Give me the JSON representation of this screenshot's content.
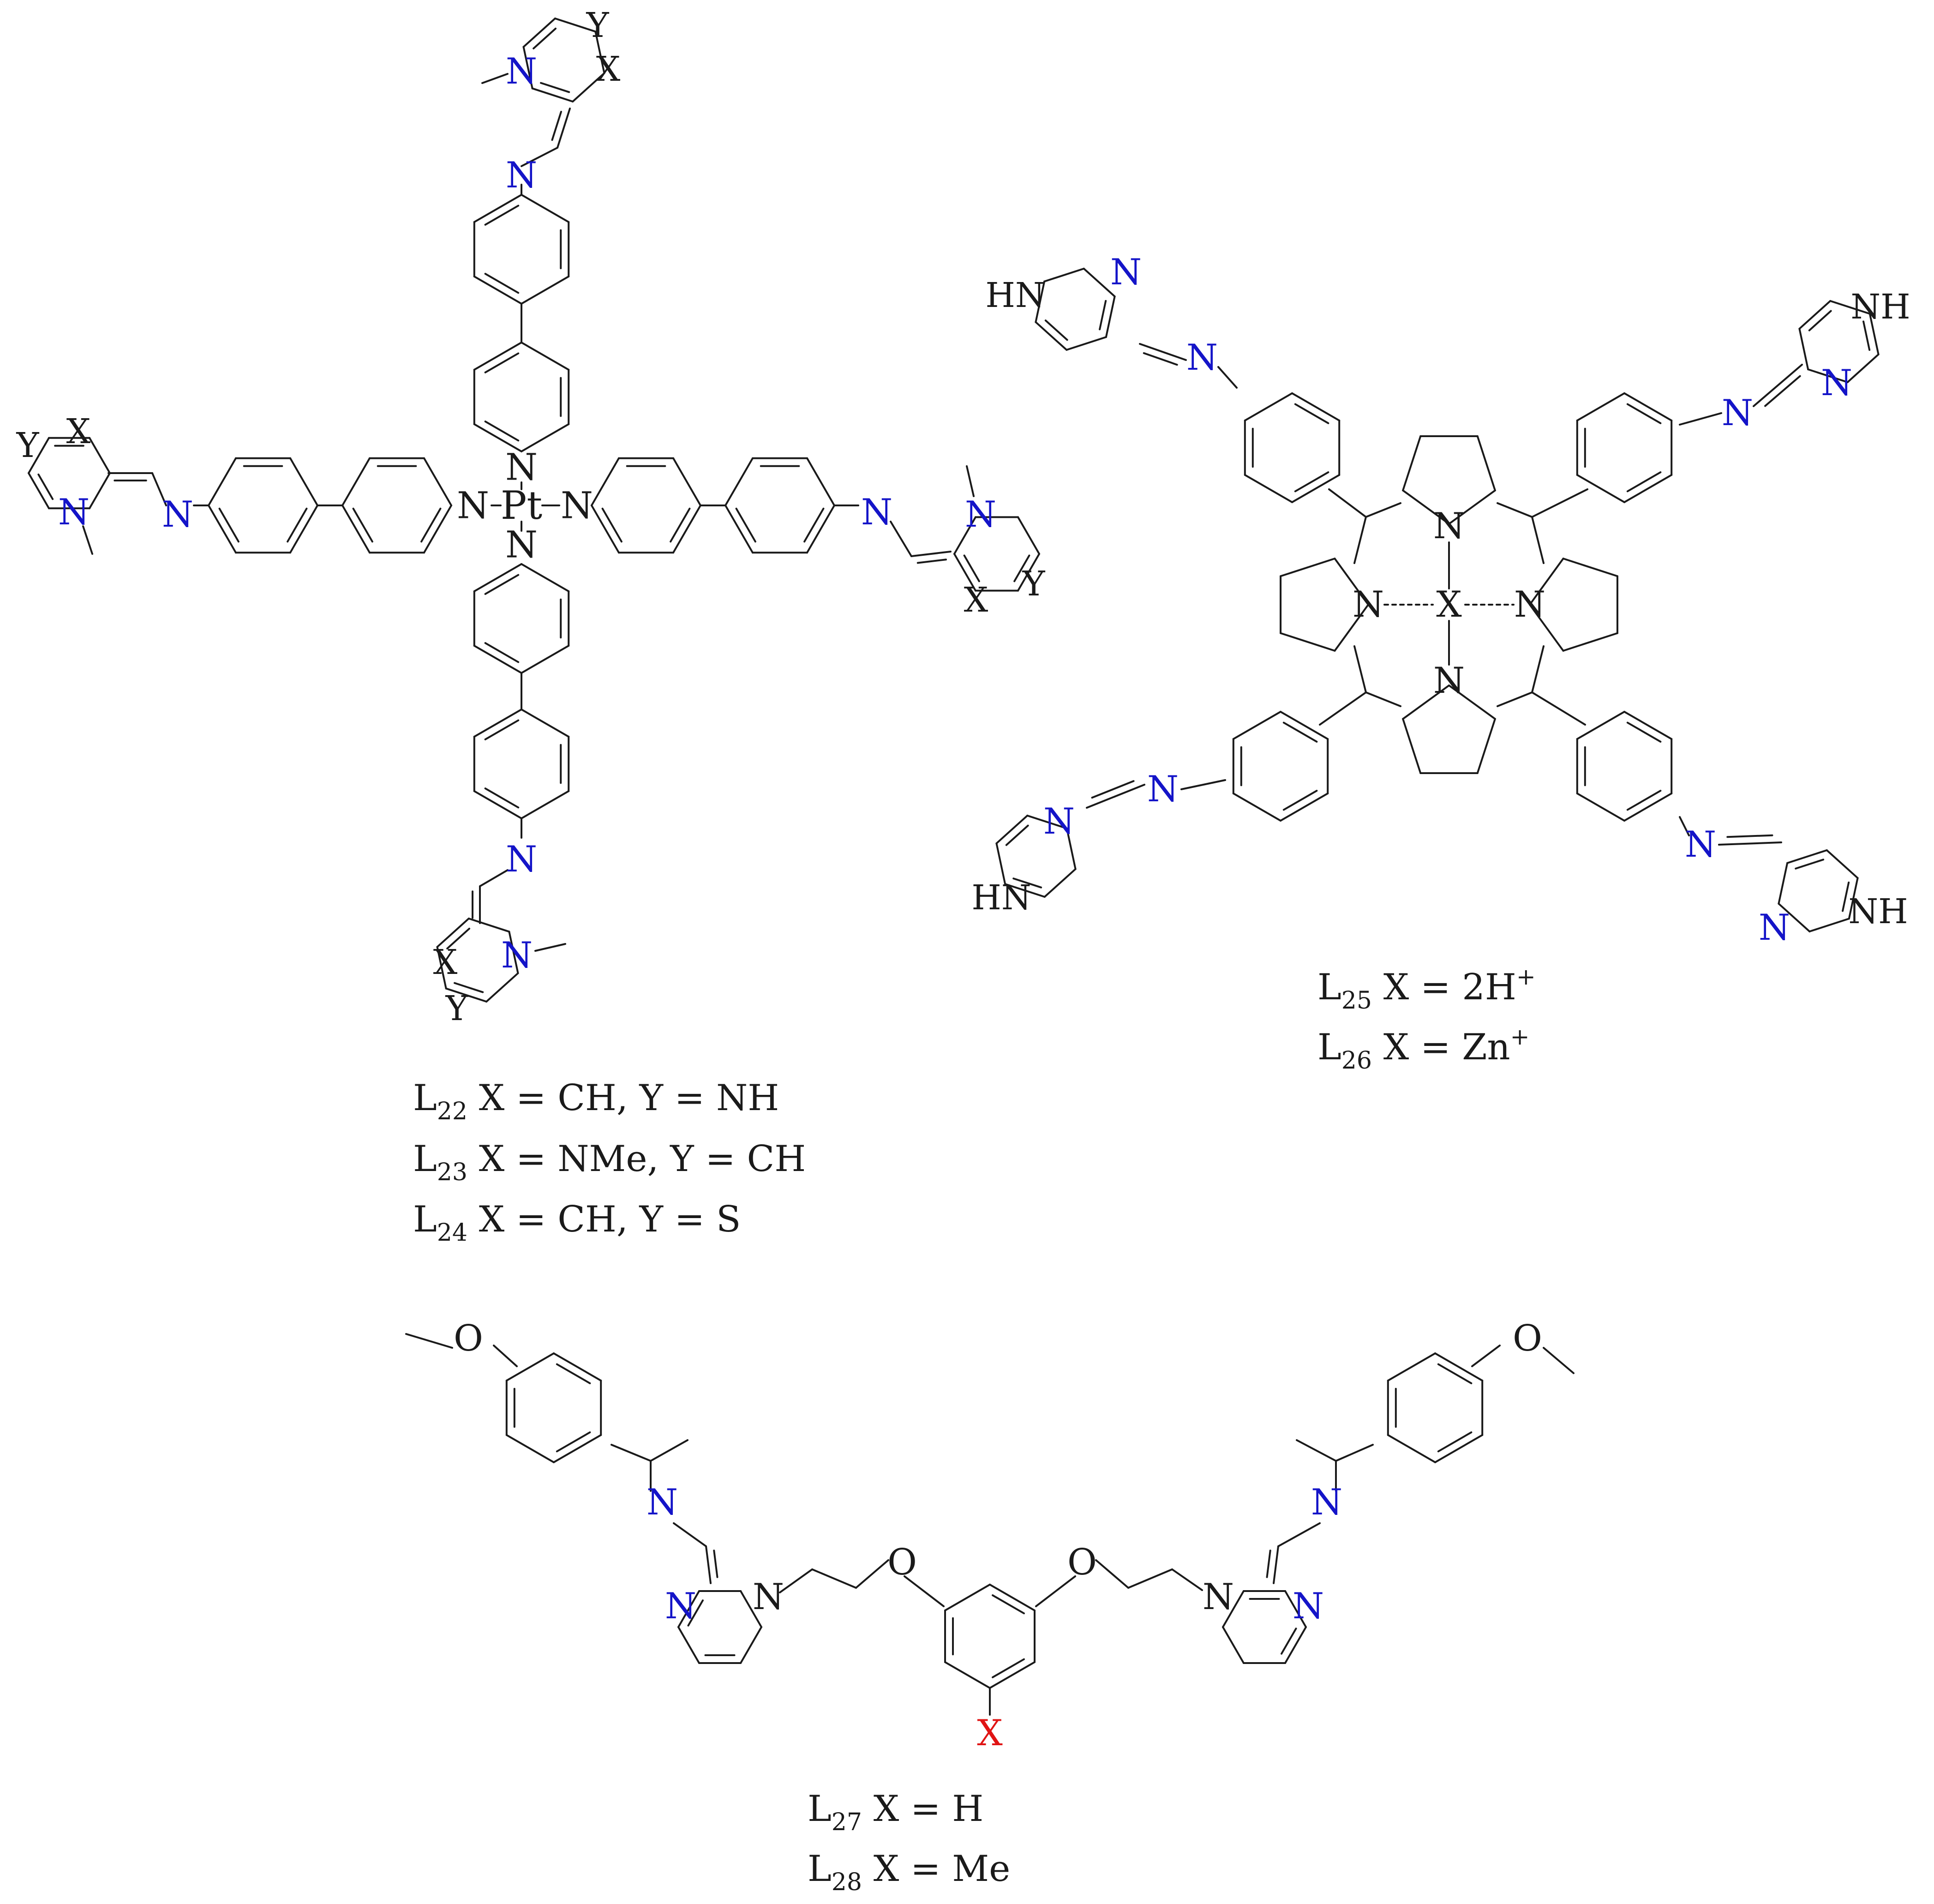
{
  "colors": {
    "bond": "#1a1a1a",
    "nitrogen": "#1414c8",
    "highlight": "#e01414",
    "black": "#1a1a1a"
  },
  "atoms": {
    "N": "N",
    "O": "O",
    "X": "X",
    "Y": "Y",
    "Pt": "Pt",
    "HN": "HN",
    "NH": "NH"
  },
  "captions": {
    "pt_complex": [
      {
        "name": "L",
        "sub": "22",
        "text": " X = CH, Y = NH"
      },
      {
        "name": "L",
        "sub": "23",
        "text": " X = NMe, Y = CH"
      },
      {
        "name": "L",
        "sub": "24",
        "text": " X = CH, Y = S"
      }
    ],
    "porphyrin": [
      {
        "name": "L",
        "sub": "25",
        "text": " X = 2H",
        "sup": "+"
      },
      {
        "name": "L",
        "sub": "26",
        "text": " X = Zn",
        "sup": "+"
      }
    ],
    "bis_imidazole": [
      {
        "name": "L",
        "sub": "27",
        "text": " X = H"
      },
      {
        "name": "L",
        "sub": "28",
        "text": " X = Me"
      }
    ]
  }
}
